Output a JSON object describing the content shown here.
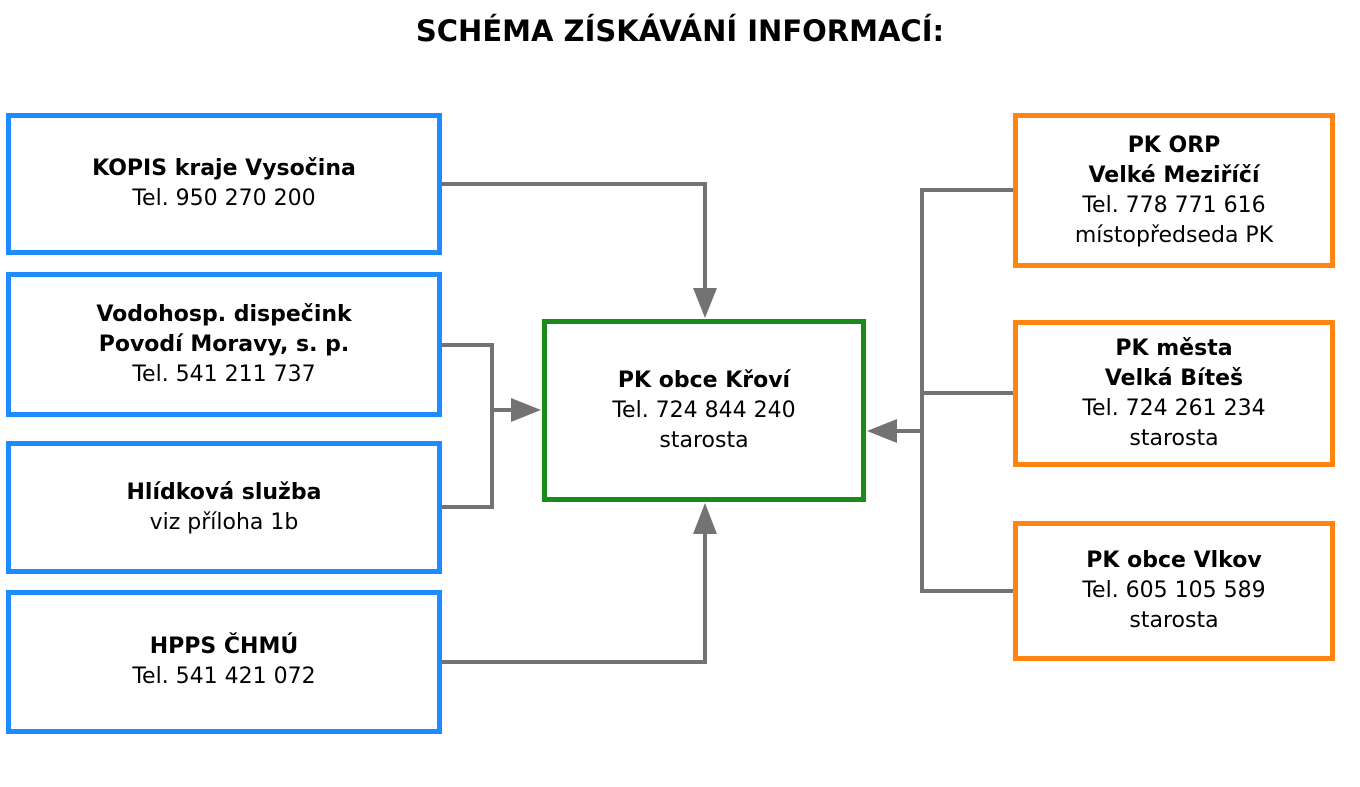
{
  "title": "SCHÉMA ZÍSKÁVÁNÍ INFORMACÍ:",
  "colors": {
    "source_border": "#1e8bff",
    "neighbor_border": "#ff8410",
    "center_border": "#1a8a1a",
    "connector": "#737373"
  },
  "sources": {
    "kopis": {
      "name": "KOPIS kraje Vysočina",
      "detail": "Tel. 950 270 200"
    },
    "vodo": {
      "name_line1": "Vodohosp. dispečink",
      "name_line2": "Povodí Moravy, s. p.",
      "detail": "Tel. 541 211 737"
    },
    "hlidka": {
      "name": "Hlídková služba",
      "detail": "viz příloha 1b"
    },
    "hpps": {
      "name": "HPPS ČHMÚ",
      "detail": "Tel. 541 421 072"
    }
  },
  "center": {
    "name": "PK obce Křoví",
    "detail": "Tel. 724 844 240",
    "role": "starosta"
  },
  "neighbors": {
    "orp": {
      "name_line1": "PK ORP",
      "name_line2": "Velké Meziříčí",
      "detail": "Tel. 778 771 616",
      "role": "místopředseda PK"
    },
    "bites": {
      "name_line1": "PK města",
      "name_line2": "Velká Bíteš",
      "detail": "Tel. 724 261 234",
      "role": "starosta"
    },
    "vlkov": {
      "name": "PK obce Vlkov",
      "detail": "Tel. 605 105 589",
      "role": "starosta"
    }
  }
}
